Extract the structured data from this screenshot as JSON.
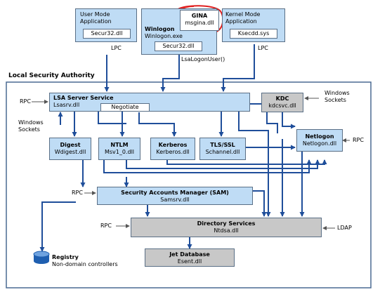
{
  "title": "Local Security Authority",
  "boxes": {
    "user_mode": {
      "line1": "User Mode",
      "line2": "Application",
      "dll": "Secur32.dll"
    },
    "winlogon": {
      "name": "Winlogon",
      "exe": "Winlogon.exe",
      "dll": "Secur32.dll"
    },
    "gina": {
      "name": "GINA",
      "dll": "msgina.dll"
    },
    "kernel_mode": {
      "line1": "Kernel Mode",
      "line2": "Application",
      "dll": "Ksecdd.sys"
    },
    "lsa_server": {
      "name": "LSA Server Service",
      "dll": "Lsasrv.dll"
    },
    "negotiate": {
      "name": "Negotiate"
    },
    "kdc": {
      "name": "KDC",
      "dll": "kdcsvc.dll"
    },
    "digest": {
      "name": "Digest",
      "dll": "Wdigest.dll"
    },
    "ntlm": {
      "name": "NTLM",
      "dll": "Msv1_0.dll"
    },
    "kerberos": {
      "name": "Kerberos",
      "dll": "Kerberos.dll"
    },
    "tls": {
      "name": "TLS/SSL",
      "dll": "Schannel.dll"
    },
    "netlogon": {
      "name": "Netlogon",
      "dll": "Netlogon.dll"
    },
    "sam": {
      "name": "Security Accounts Manager (SAM)",
      "dll": "Samsrv.dll"
    },
    "ds": {
      "name": "Directory Services",
      "dll": "Ntdsa.dll"
    },
    "jet": {
      "name": "Jet Database",
      "dll": "Esent.dll"
    }
  },
  "labels": {
    "lpc_user": "LPC",
    "lpc_kernel": "LPC",
    "lsalogonuser": "LsaLogonUser()",
    "rpc_lsa": "RPC",
    "rpc_netlogon": "RPC",
    "rpc_sam": "RPC",
    "rpc_ds": "RPC",
    "ldap": "LDAP",
    "ws_left_1": "Windows",
    "ws_left_2": "Sockets",
    "ws_right_1": "Windows",
    "ws_right_2": "Sockets",
    "registry_title": "Registry",
    "registry_sub": "Non-domain controllers"
  },
  "colors": {
    "box_blue": "#bfdcf5",
    "box_gray": "#c8c8c8",
    "line_blue": "#1f4e9a",
    "frame": "#4a6a92",
    "highlight_circle": "#e02020",
    "registry_icon": "#1f5fb0"
  },
  "icons": [
    "registry-cylinder-icon",
    "arrow-icon"
  ]
}
